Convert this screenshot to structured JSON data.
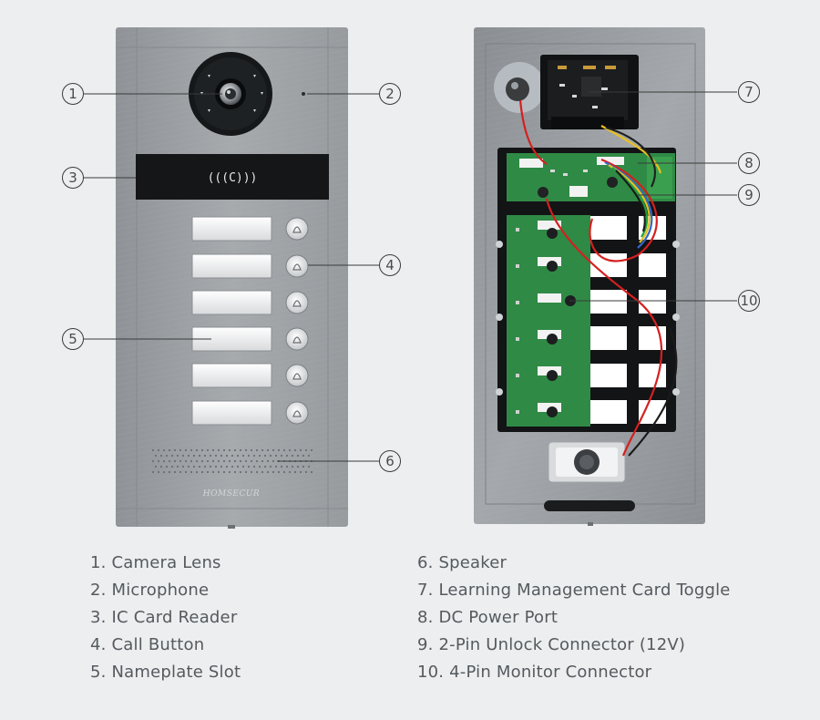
{
  "front_panel": {
    "brand": "HOMSECUR",
    "nfc_symbol": "(((C)))"
  },
  "callouts": [
    {
      "num": "1"
    },
    {
      "num": "2"
    },
    {
      "num": "3"
    },
    {
      "num": "4"
    },
    {
      "num": "5"
    },
    {
      "num": "6"
    },
    {
      "num": "7"
    },
    {
      "num": "8"
    },
    {
      "num": "9"
    },
    {
      "num": "10"
    }
  ],
  "legend": {
    "left": [
      "1. Camera Lens",
      "2. Microphone",
      "3. IC Card Reader",
      "4. Call Button",
      "5. Nameplate Slot"
    ],
    "right": [
      "6. Speaker",
      "7. Learning Management Card Toggle",
      "8. DC Power Port",
      "9.  2-Pin Unlock Connector (12V)",
      "10. 4-Pin Monitor Connector"
    ]
  },
  "colors": {
    "background": "#eceef0",
    "panel_gray": "#9fa3a6",
    "pcb_green": "#2f8a45",
    "wire_red": "#d42020"
  }
}
